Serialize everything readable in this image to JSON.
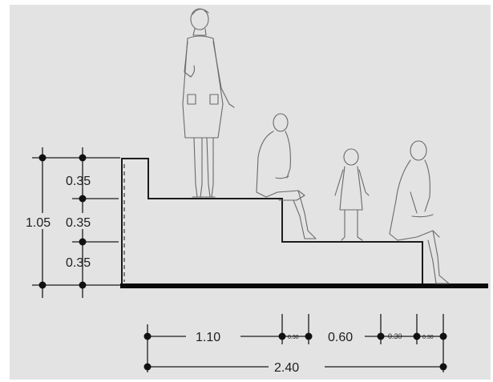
{
  "diagram": {
    "vertical_dimensions": {
      "step_heights": [
        "0.35",
        "0.35",
        "0.35"
      ],
      "total_height": "1.05"
    },
    "horizontal_dimensions": {
      "first_step_depth": "1.10",
      "small_gap_1": "0.30",
      "second_step_depth": "0.60",
      "small_gap_2": "0.30",
      "small_gap_3": "0.30",
      "total_width": "2.40"
    },
    "figures": [
      "standing-woman",
      "seated-man",
      "standing-child",
      "seated-man-lower"
    ]
  }
}
